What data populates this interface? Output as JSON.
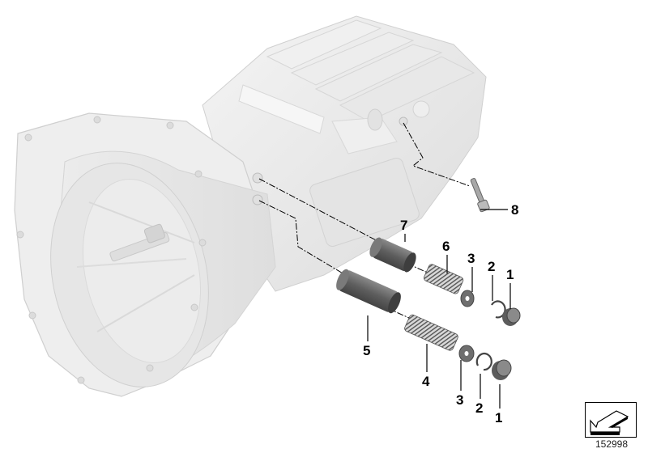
{
  "diagram": {
    "type": "exploded-parts-diagram",
    "subject": "manual transmission gear shift detent / interlock components",
    "callouts": [
      {
        "id": "1",
        "label": "1",
        "part": "cap"
      },
      {
        "id": "1b",
        "label": "1",
        "part": "cap"
      },
      {
        "id": "2",
        "label": "2",
        "part": "circlip"
      },
      {
        "id": "2b",
        "label": "2",
        "part": "circlip"
      },
      {
        "id": "3",
        "label": "3",
        "part": "washer"
      },
      {
        "id": "3b",
        "label": "3",
        "part": "washer"
      },
      {
        "id": "4",
        "label": "4",
        "part": "compression spring"
      },
      {
        "id": "5",
        "label": "5",
        "part": "sleeve"
      },
      {
        "id": "6",
        "label": "6",
        "part": "compression spring"
      },
      {
        "id": "7",
        "label": "7",
        "part": "sleeve"
      },
      {
        "id": "8",
        "label": "8",
        "part": "screw plug"
      }
    ],
    "reference_number": "152998",
    "reference_icon": "arrow-down-left-icon",
    "colors": {
      "housing": "#e9e9e9",
      "housing_edge": "#d2d2d2",
      "parts": "#6e6e6e",
      "parts_dark": "#4a4a4a",
      "leader": "#000000"
    }
  }
}
